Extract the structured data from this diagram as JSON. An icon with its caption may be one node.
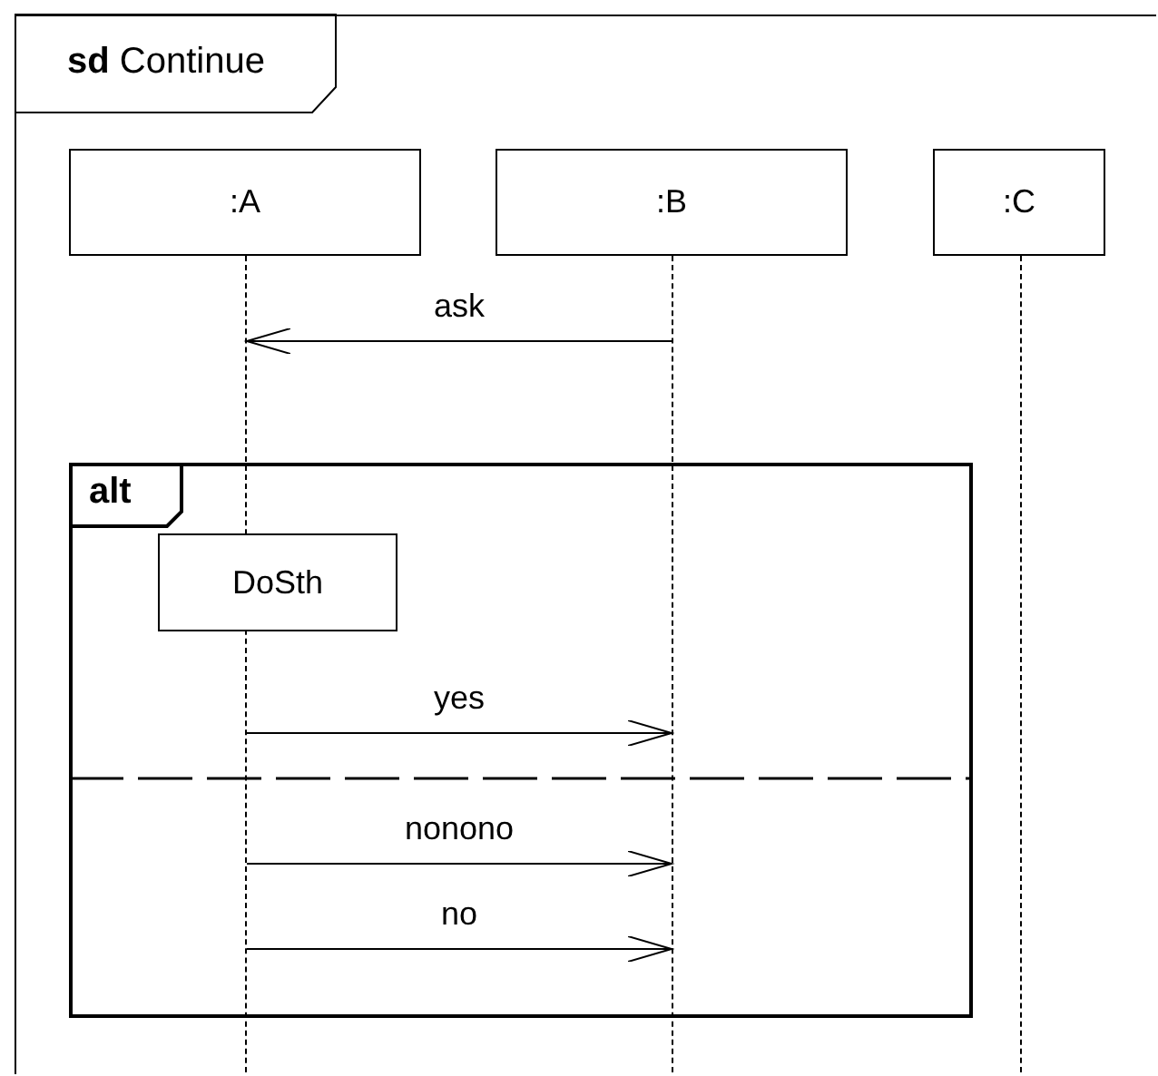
{
  "diagram": {
    "nodes": [
      {
        "text": [
          "**sd** Continue"
        ]
      },
      {
        "text": [
          ":A"
        ],
        "in": 0
      },
      {
        "text": [
          ":B"
        ],
        "in": 0
      },
      {
        "text": [
          ":C"
        ],
        "in": 0
      },
      {
        "text": [],
        "shape": "line",
        "in": 0
      },
      {
        "text": [],
        "shape": "line",
        "in": 0
      },
      {
        "text": [],
        "shape": "line",
        "in": 0
      },
      {
        "text": [
          "alt"
        ],
        "in": 0
      },
      {
        "text": [
          "DoSth"
        ],
        "in": 7
      }
    ],
    "edges": [
      {
        "from": 5,
        "to": 4,
        "arrow": "to",
        "label": "ask"
      },
      {
        "from": 4,
        "to": 5,
        "arrow": "to",
        "label": "yes"
      },
      {
        "from": 4,
        "to": 5,
        "arrow": "to",
        "label": "nonono"
      },
      {
        "from": 4,
        "to": 5,
        "arrow": "to",
        "label": "no"
      }
    ]
  }
}
